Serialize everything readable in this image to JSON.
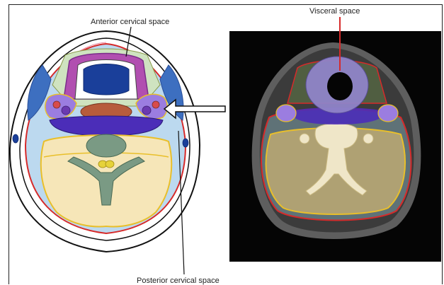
{
  "labels": {
    "anterior": "Anterior cervical space",
    "visceral": "Visceral space",
    "posterior": "Posterior cervical space"
  },
  "colors": {
    "visceral_violet": "#8f84c8",
    "carotid_purple": "#9b7de0",
    "prevertebral_indigo": "#4b2db8",
    "posterior_light_blue": "#bcd9ef",
    "muscle_cream": "#f6e6b8",
    "border_red": "#d62a2a",
    "border_yellow": "#e9bf2a",
    "anterior_green": "#cfe3c0",
    "sternocleidomastoid_blue": "#3d6fc0"
  }
}
